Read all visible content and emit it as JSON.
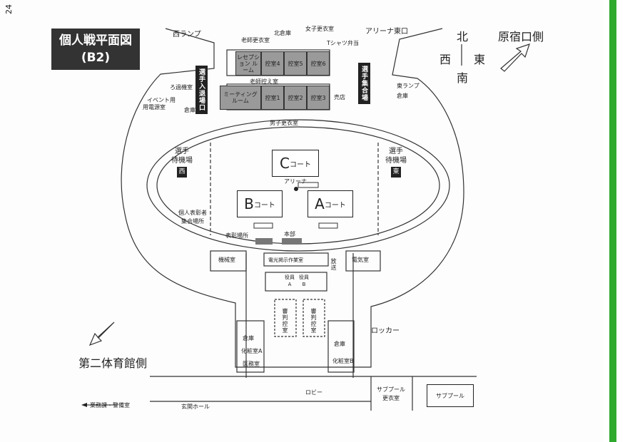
{
  "page_number": "24",
  "title": {
    "line1": "個人戦平面図",
    "line2": "(B2)"
  },
  "compass": {
    "north": "北",
    "south": "南",
    "west": "西",
    "east": "東"
  },
  "directions": {
    "harajuku": "原宿口側",
    "second_gym": "第二体育館側"
  },
  "labels": {
    "west_ramp": "西ランプ",
    "teacher_changing": "老師更衣室",
    "north_storage": "北倉庫",
    "girls_changing": "女子更衣室",
    "arena_east_gate": "アリーナ東口",
    "tshirt_bento": "Tシャツ弁当",
    "filter_room": "ろ過機室",
    "teacher_waiting": "老師控え室",
    "event_power": "イベント用",
    "event_power2": "用電源室",
    "storage": "倉庫",
    "east_ramp": "東ランプ",
    "storage_east": "倉庫",
    "shop": "売店",
    "boys_changing": "男子更衣室",
    "arena": "アリーナ",
    "individual_award": "個人表彰者",
    "gathering_place": "集合場所",
    "award_place": "表彰場所",
    "headquarters": "本部",
    "machine_room": "機械室",
    "broadcast": "放送",
    "electrical_room": "電気室",
    "lockers": "ロッカー",
    "storage_south": "倉庫",
    "makeup_a": "化粧室A",
    "medical": "医務室",
    "storage_se": "倉庫",
    "makeup_b": "化粧室B",
    "lobby": "ロビー",
    "sub_pool_changing": "サブプール",
    "sub_pool_changing2": "更衣室",
    "sub_pool": "サブプール",
    "entrance_hall": "玄関ホール",
    "business_security": "業務課・警備室"
  },
  "side_waiting": {
    "west": {
      "line1": "選手",
      "line2": "待機場",
      "tag": "西"
    },
    "east": {
      "line1": "選手",
      "line2": "待機場",
      "tag": "東"
    }
  },
  "entrances": {
    "west": "選手入退場口",
    "east": "選手集合場"
  },
  "rooms": {
    "reception": "レセプション ルーム",
    "waiting4": "控室4",
    "waiting5": "控室5",
    "waiting6": "控室6",
    "meeting": "ミーティング ルーム",
    "waiting1": "控室1",
    "waiting2": "控室2",
    "waiting3": "控室3",
    "video_room": "電光掲示作業室",
    "officer_a": "役員 A",
    "officer_b": "役員 B",
    "referee_waiting1": "審判控室",
    "referee_waiting2": "審判控室"
  },
  "courts": {
    "c": {
      "letter": "C",
      "suffix": "コート"
    },
    "b": {
      "letter": "B",
      "suffix": "コート"
    },
    "a": {
      "letter": "A",
      "suffix": "コート"
    }
  },
  "colors": {
    "accent_green": "#2faa2f",
    "room_gray": "#9a9a9a",
    "ink": "#222222"
  }
}
